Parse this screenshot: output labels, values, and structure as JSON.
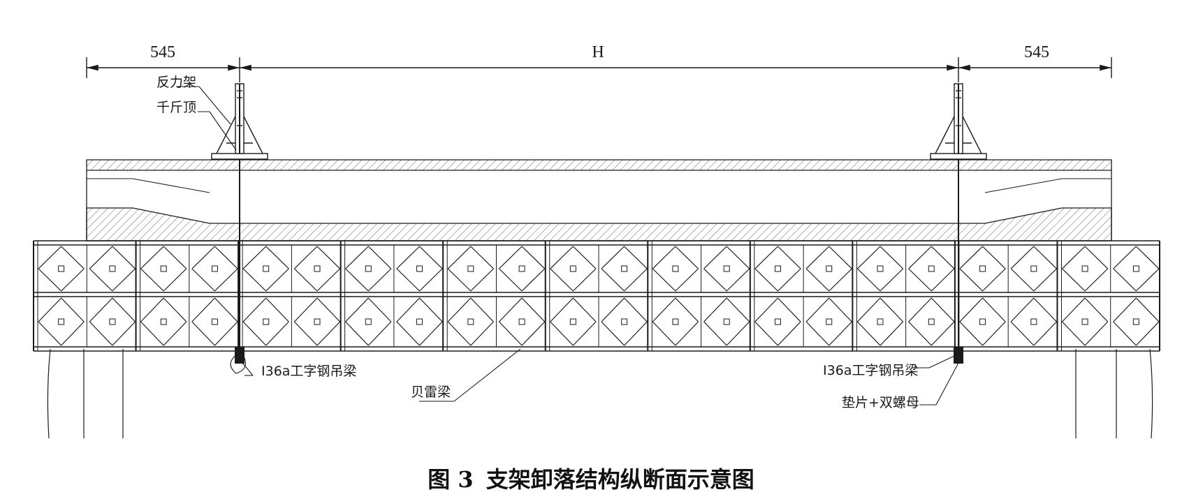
{
  "dimensions": {
    "left_label": "545",
    "middle_label": "H",
    "right_label": "545"
  },
  "labels": {
    "reaction_frame": "反力架",
    "jack": "千斤顶",
    "hanger_beam_left": "I36a工字钢吊梁",
    "bailey_beam": "贝雷梁",
    "hanger_beam_right": "I36a工字钢吊梁",
    "washer_nuts": "垫片+双螺母"
  },
  "caption": {
    "figure_number": "图 3",
    "title": "支架卸落结构纵断面示意图"
  },
  "structure": {
    "truss_panels": 11
  },
  "colors": {
    "line": "#1a1a1a",
    "hatch": "#555555"
  }
}
